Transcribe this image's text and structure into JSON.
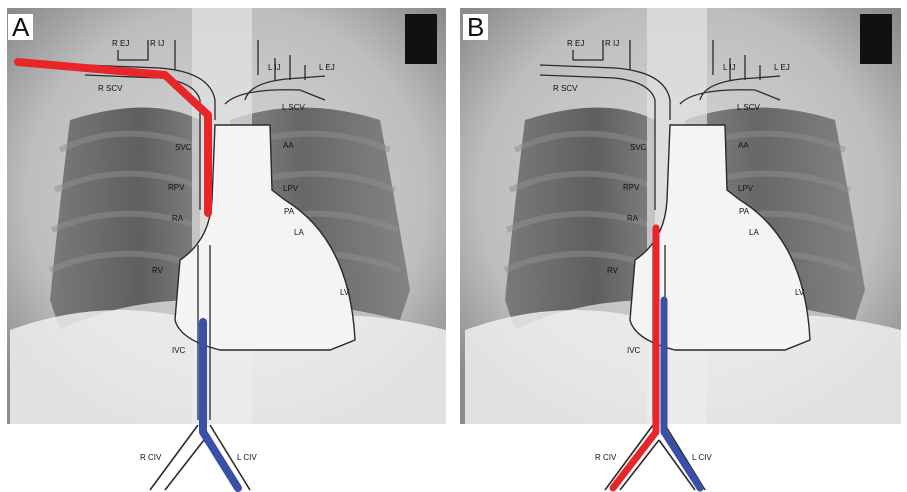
{
  "panels": [
    {
      "letter": "A",
      "labels": {
        "rej": "R EJ",
        "rij": "R IJ",
        "lij": "L IJ",
        "lej": "L EJ",
        "rscv": "R SCV",
        "lscv": "L SCV",
        "svc": "SVC",
        "aa": "AA",
        "rpv": "RPV",
        "lpv": "LPV",
        "pa": "PA",
        "ra": "RA",
        "la": "LA",
        "rv": "RV",
        "lv": "LV",
        "ivc": "IVC",
        "rciv": "R CIV",
        "lciv": "L CIV"
      }
    },
    {
      "letter": "B",
      "labels": {
        "rej": "R EJ",
        "rij": "R IJ",
        "lij": "L IJ",
        "lej": "L EJ",
        "rscv": "R SCV",
        "lscv": "L SCV",
        "svc": "SVC",
        "aa": "AA",
        "rpv": "RPV",
        "lpv": "LPV",
        "pa": "PA",
        "ra": "RA",
        "la": "LA",
        "rv": "RV",
        "lv": "LV",
        "ivc": "IVC",
        "rciv": "R CIV",
        "lciv": "L CIV"
      }
    }
  ],
  "colors": {
    "catheter_red": "#e8262a",
    "catheter_blue": "#3a4fa8",
    "outline": "#2a2a2a"
  }
}
